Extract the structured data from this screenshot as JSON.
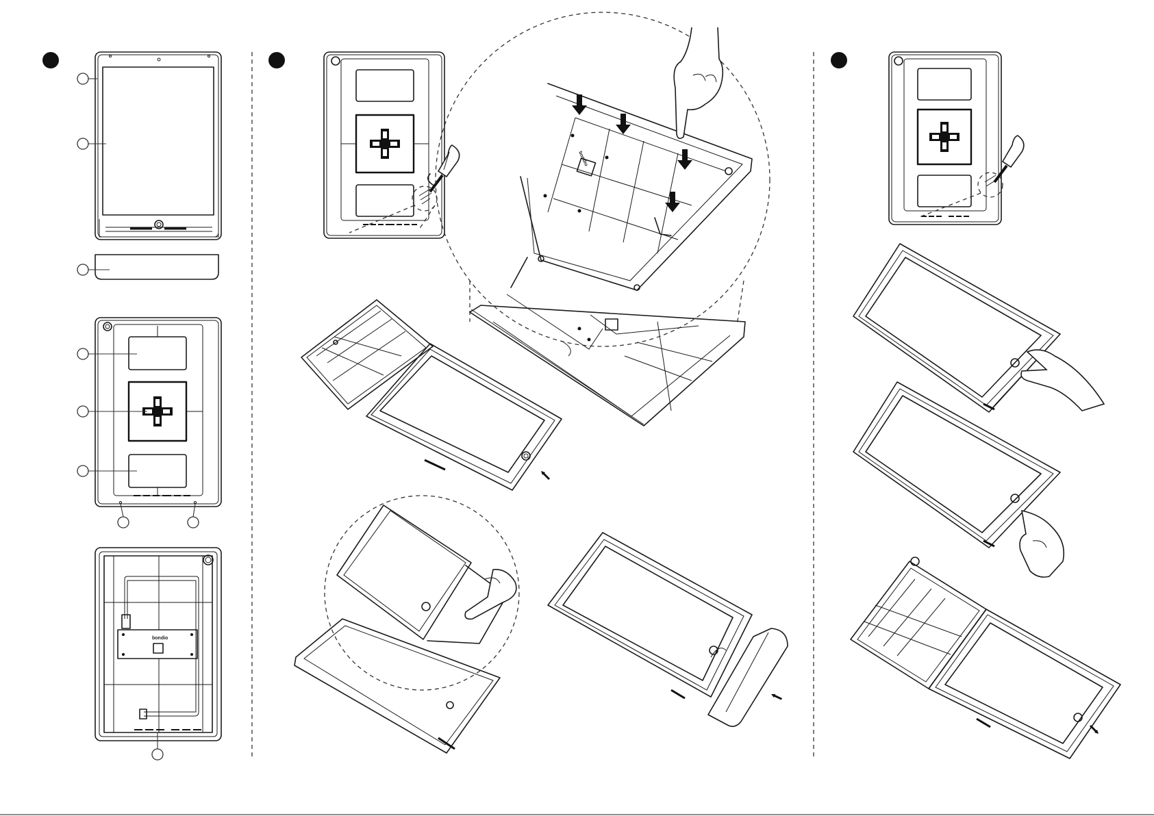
{
  "brand_marks": {
    "base_plate_label": "bondio",
    "mount_plate_label": "bondio"
  },
  "colors": {
    "line": "#1a1a1a",
    "step_marker": "#111111",
    "background": "#ffffff"
  },
  "icons": {
    "step_marker": "filled-circle",
    "press_arrow": "down-arrow",
    "slide_arrow": "diagonal-arrow",
    "tool": "screwdriver"
  }
}
